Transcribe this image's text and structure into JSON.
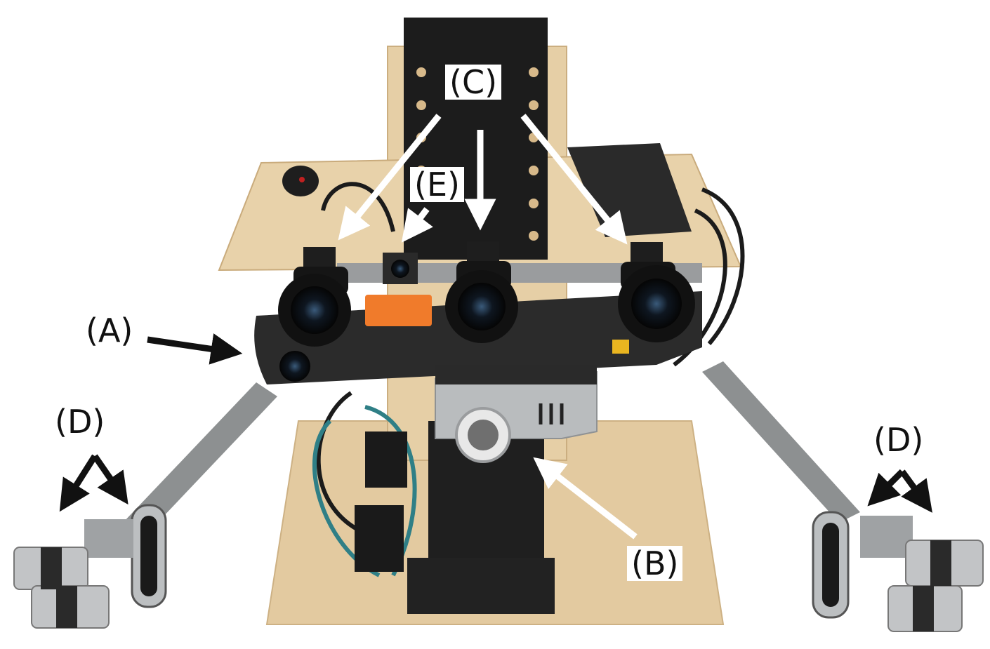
{
  "labels": {
    "a": "(A)",
    "b": "(B)",
    "c": "(C)",
    "d_left": "(D)",
    "d_right": "(D)",
    "e": "(E)"
  },
  "colors": {
    "background": "#ffffff",
    "wood": "#e3caa0",
    "wood_dark": "#c9ab7c",
    "black_metal": "#1a1a1a",
    "carbon": "#2b2b2b",
    "aluminium": "#b9bcbe",
    "orange_level": "#f07b2b",
    "cable_teal": "#2f7f86",
    "arrow_white": "#ffffff",
    "arrow_black": "#111111"
  }
}
